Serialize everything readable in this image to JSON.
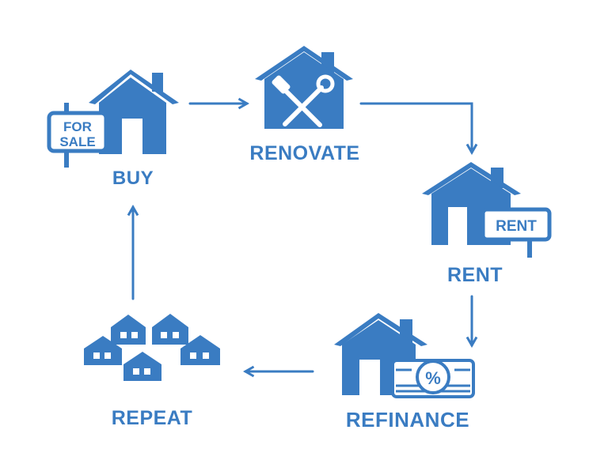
{
  "colors": {
    "primary": "#3a7cc2",
    "background": "#ffffff"
  },
  "steps": {
    "buy": {
      "label": "BUY",
      "sign_line1": "FOR",
      "sign_line2": "SALE",
      "icon": "house-for-sale-icon"
    },
    "renovate": {
      "label": "RENOVATE",
      "icon": "house-tools-icon"
    },
    "rent": {
      "label": "RENT",
      "sign": "RENT",
      "icon": "house-rent-sign-icon"
    },
    "refinance": {
      "label": "REFINANCE",
      "badge": "%",
      "icon": "house-money-icon"
    },
    "repeat": {
      "label": "REPEAT",
      "icon": "houses-cluster-icon"
    }
  },
  "arrows": [
    {
      "from": "BUY",
      "to": "RENOVATE"
    },
    {
      "from": "RENOVATE",
      "to": "RENT"
    },
    {
      "from": "RENT",
      "to": "REFINANCE"
    },
    {
      "from": "REFINANCE",
      "to": "REPEAT"
    },
    {
      "from": "REPEAT",
      "to": "BUY"
    }
  ]
}
